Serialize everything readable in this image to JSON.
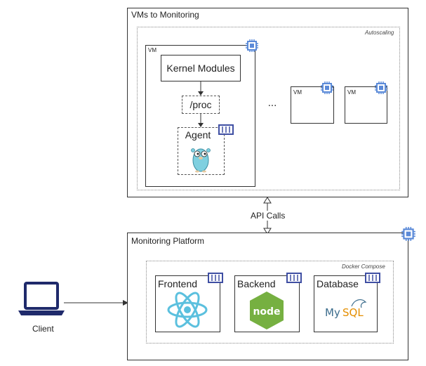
{
  "top_cluster": {
    "title": "VMs to Monitoring",
    "group_label": "Autoscaling"
  },
  "vm_main": {
    "label": "VM",
    "kernel": "Kernel Modules",
    "proc": "/proc",
    "agent": "Agent"
  },
  "vm_small": [
    {
      "label": "VM"
    },
    {
      "label": "VM"
    }
  ],
  "ellipsis": "...",
  "api": {
    "label": "API Calls"
  },
  "bottom_cluster": {
    "title": "Monitoring Platform",
    "group_label": "Docker Compose",
    "services": [
      {
        "label": "Frontend",
        "logo": "react-logo"
      },
      {
        "label": "Backend",
        "logo": "nodejs-logo",
        "logo_text": "node"
      },
      {
        "label": "Database",
        "logo": "mysql-logo",
        "logo_text_a": "My",
        "logo_text_b": "SQL"
      }
    ]
  },
  "client": {
    "label": "Client"
  },
  "colors": {
    "chip": "#5b8ad8",
    "container": "#3f4fa3",
    "react": "#5bc0de",
    "node": "#76b041",
    "mysql_blue": "#3b6c8c",
    "mysql_orange": "#e48e00",
    "gopher": "#7fd0e0"
  }
}
